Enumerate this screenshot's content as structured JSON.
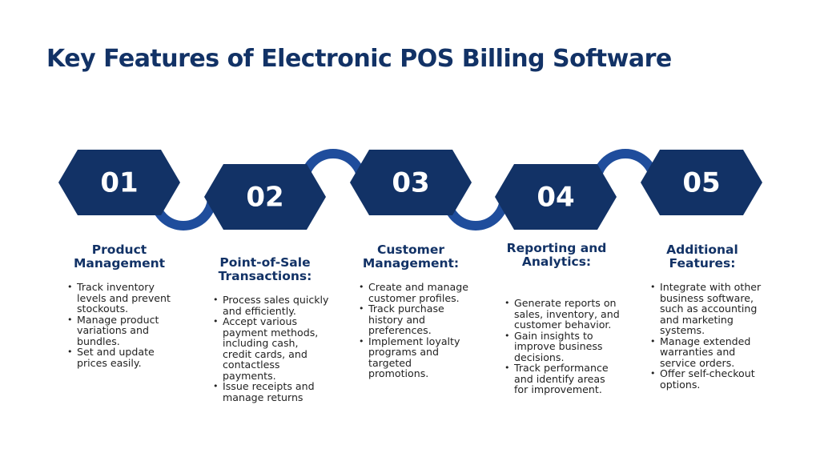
{
  "page": {
    "title": "Key Features of Electronic POS Billing Software"
  },
  "colors": {
    "title": "#123266",
    "hexagon": "#123266",
    "connector": "#1f4d9c",
    "text": "#222222"
  },
  "features": [
    {
      "number": "01",
      "heading": "Product Management",
      "items": [
        "Track inventory levels and prevent stockouts.",
        "Manage product variations and bundles.",
        "Set and update prices easily."
      ]
    },
    {
      "number": "02",
      "heading": "Point-of-Sale Transactions:",
      "items": [
        "Process sales quickly and efficiently.",
        "Accept various payment methods, including cash, credit cards, and contactless payments.",
        "Issue receipts and manage returns"
      ]
    },
    {
      "number": "03",
      "heading": "Customer Management:",
      "items": [
        "Create and manage customer profiles.",
        "Track purchase history and preferences.",
        "Implement loyalty programs and targeted promotions."
      ]
    },
    {
      "number": "04",
      "heading": "Reporting and Analytics:",
      "items": [
        "Generate reports on sales, inventory, and customer behavior.",
        "Gain insights to improve business decisions.",
        "Track performance and identify areas for improvement."
      ]
    },
    {
      "number": "05",
      "heading": "Additional Features:",
      "items": [
        "Integrate with other business software, such as accounting and marketing systems.",
        "Manage extended warranties and service orders.",
        "Offer self-checkout options."
      ]
    }
  ]
}
